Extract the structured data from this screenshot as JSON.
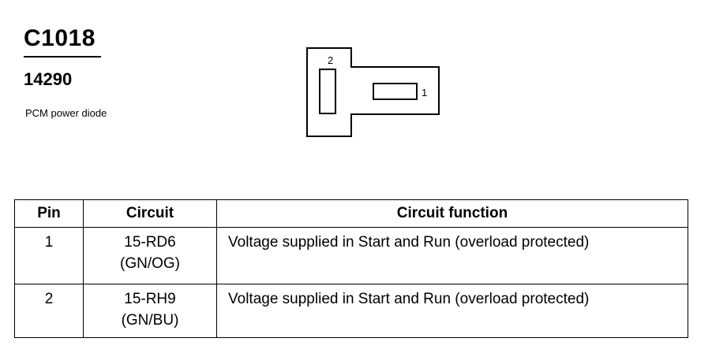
{
  "header": {
    "connector_id": "C1018",
    "part_number": "14290",
    "description": "PCM power diode"
  },
  "diagram": {
    "pin_labels": [
      "1",
      "2"
    ]
  },
  "table": {
    "headers": [
      "Pin",
      "Circuit",
      "Circuit function"
    ],
    "rows": [
      {
        "pin": "1",
        "circuit_line1": "15-RD6",
        "circuit_line2": "(GN/OG)",
        "function": "Voltage supplied in Start and Run (overload protected)"
      },
      {
        "pin": "2",
        "circuit_line1": "15-RH9",
        "circuit_line2": "(GN/BU)",
        "function": "Voltage supplied in Start and Run (overload protected)"
      }
    ]
  }
}
